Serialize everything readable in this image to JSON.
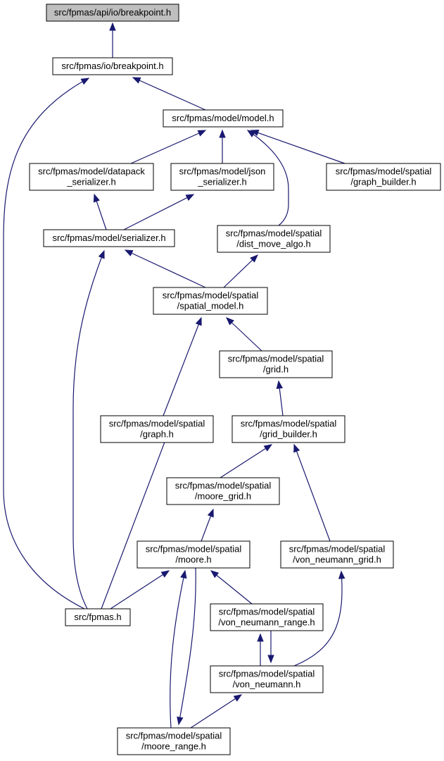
{
  "colors": {
    "edge": "#191970",
    "root_fill": "#bfbfbf",
    "node_fill": "#ffffff",
    "node_border": "#000000"
  },
  "nodes": [
    {
      "id": "api_breakpoint",
      "lines": [
        "src/fpmas/api/io/breakpoint.h"
      ],
      "root": true
    },
    {
      "id": "io_breakpoint",
      "lines": [
        "src/fpmas/io/breakpoint.h"
      ]
    },
    {
      "id": "model",
      "lines": [
        "src/fpmas/model/model.h"
      ]
    },
    {
      "id": "datapack_serializer",
      "lines": [
        "src/fpmas/model/datapack",
        "_serializer.h"
      ]
    },
    {
      "id": "json_serializer",
      "lines": [
        "src/fpmas/model/json",
        "_serializer.h"
      ]
    },
    {
      "id": "graph_builder",
      "lines": [
        "src/fpmas/model/spatial",
        "/graph_builder.h"
      ]
    },
    {
      "id": "serializer",
      "lines": [
        "src/fpmas/model/serializer.h"
      ]
    },
    {
      "id": "dist_move_algo",
      "lines": [
        "src/fpmas/model/spatial",
        "/dist_move_algo.h"
      ]
    },
    {
      "id": "spatial_model",
      "lines": [
        "src/fpmas/model/spatial",
        "/spatial_model.h"
      ]
    },
    {
      "id": "grid",
      "lines": [
        "src/fpmas/model/spatial",
        "/grid.h"
      ]
    },
    {
      "id": "graph",
      "lines": [
        "src/fpmas/model/spatial",
        "/graph.h"
      ]
    },
    {
      "id": "grid_builder",
      "lines": [
        "src/fpmas/model/spatial",
        "/grid_builder.h"
      ]
    },
    {
      "id": "moore_grid",
      "lines": [
        "src/fpmas/model/spatial",
        "/moore_grid.h"
      ]
    },
    {
      "id": "moore",
      "lines": [
        "src/fpmas/model/spatial",
        "/moore.h"
      ]
    },
    {
      "id": "von_neumann_grid",
      "lines": [
        "src/fpmas/model/spatial",
        "/von_neumann_grid.h"
      ]
    },
    {
      "id": "fpmas",
      "lines": [
        "src/fpmas.h"
      ]
    },
    {
      "id": "von_neumann_range",
      "lines": [
        "src/fpmas/model/spatial",
        "/von_neumann_range.h"
      ]
    },
    {
      "id": "von_neumann",
      "lines": [
        "src/fpmas/model/spatial",
        "/von_neumann.h"
      ]
    },
    {
      "id": "moore_range",
      "lines": [
        "src/fpmas/model/spatial",
        "/moore_range.h"
      ]
    }
  ],
  "edges": [
    {
      "from": "io_breakpoint",
      "to": "api_breakpoint"
    },
    {
      "from": "model",
      "to": "io_breakpoint"
    },
    {
      "from": "fpmas",
      "to": "io_breakpoint"
    },
    {
      "from": "datapack_serializer",
      "to": "model"
    },
    {
      "from": "json_serializer",
      "to": "model"
    },
    {
      "from": "graph_builder",
      "to": "model"
    },
    {
      "from": "dist_move_algo",
      "to": "model"
    },
    {
      "from": "serializer",
      "to": "datapack_serializer"
    },
    {
      "from": "serializer",
      "to": "json_serializer"
    },
    {
      "from": "spatial_model",
      "to": "serializer"
    },
    {
      "from": "fpmas",
      "to": "serializer"
    },
    {
      "from": "spatial_model",
      "to": "dist_move_algo"
    },
    {
      "from": "graph",
      "to": "spatial_model"
    },
    {
      "from": "grid",
      "to": "spatial_model"
    },
    {
      "from": "grid_builder",
      "to": "grid"
    },
    {
      "from": "fpmas",
      "to": "graph"
    },
    {
      "from": "moore_grid",
      "to": "grid_builder"
    },
    {
      "from": "von_neumann_grid",
      "to": "grid_builder"
    },
    {
      "from": "moore",
      "to": "moore_grid"
    },
    {
      "from": "fpmas",
      "to": "moore"
    },
    {
      "from": "von_neumann_range",
      "to": "moore"
    },
    {
      "from": "moore_range",
      "to": "moore"
    },
    {
      "from": "moore",
      "to": "moore_range"
    },
    {
      "from": "von_neumann",
      "to": "von_neumann_grid"
    },
    {
      "from": "von_neumann",
      "to": "von_neumann_range"
    },
    {
      "from": "von_neumann_range",
      "to": "von_neumann"
    },
    {
      "from": "moore_range",
      "to": "von_neumann"
    }
  ]
}
